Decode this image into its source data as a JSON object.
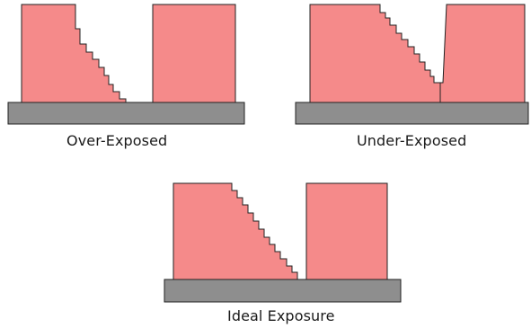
{
  "colors": {
    "fill": "#f58a8a",
    "stroke": "#222222",
    "base_fill": "#8e8e8e",
    "background": "#ffffff"
  },
  "panels": [
    {
      "id": "over",
      "label": "Over-Exposed"
    },
    {
      "id": "under",
      "label": "Under-Exposed"
    },
    {
      "id": "ideal",
      "label": "Ideal Exposure"
    }
  ]
}
